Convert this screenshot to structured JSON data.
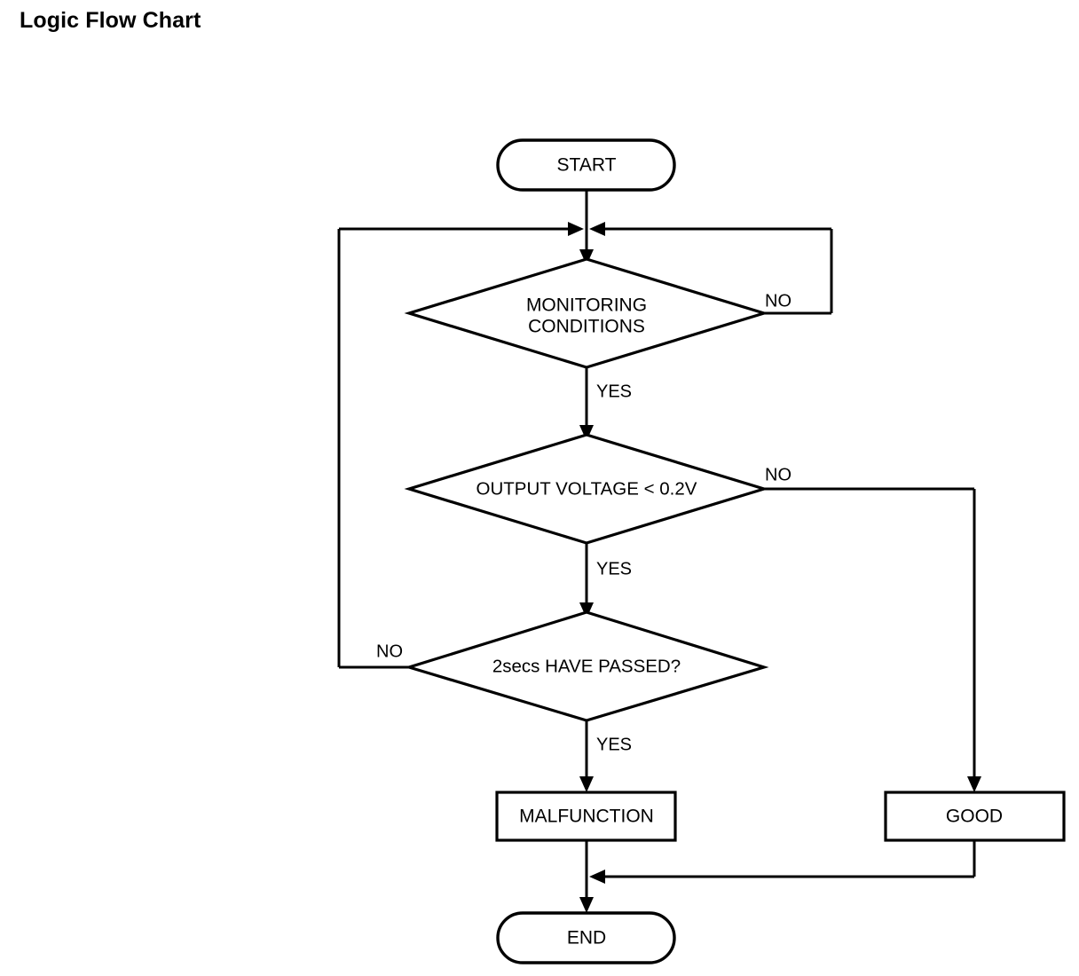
{
  "page": {
    "title": "Logic Flow Chart",
    "background_color": "#ffffff",
    "line_color": "#000000",
    "text_color": "#000000"
  },
  "chart_data": {
    "type": "diagram",
    "diagram_kind": "flowchart",
    "title": "Logic Flow Chart",
    "orientation": "top-to-bottom",
    "nodes": [
      {
        "id": "start",
        "shape": "terminal",
        "text": "START"
      },
      {
        "id": "monitoring",
        "shape": "decision",
        "text_line1": "MONITORING",
        "text_line2": "CONDITIONS"
      },
      {
        "id": "voltage",
        "shape": "decision",
        "text": "OUTPUT VOLTAGE < 0.2V"
      },
      {
        "id": "timer",
        "shape": "decision",
        "text": "2secs HAVE PASSED?"
      },
      {
        "id": "malfunction",
        "shape": "process",
        "text": "MALFUNCTION"
      },
      {
        "id": "good",
        "shape": "process",
        "text": "GOOD"
      },
      {
        "id": "end",
        "shape": "terminal",
        "text": "END"
      }
    ],
    "edges": [
      {
        "from": "start",
        "to": "monitoring",
        "label": ""
      },
      {
        "from": "monitoring",
        "to": "monitoring",
        "label": "NO",
        "route": "right-loop-up"
      },
      {
        "from": "monitoring",
        "to": "voltage",
        "label": "YES",
        "route": "down"
      },
      {
        "from": "voltage",
        "to": "good",
        "label": "NO",
        "route": "right-then-down"
      },
      {
        "from": "voltage",
        "to": "timer",
        "label": "YES",
        "route": "down"
      },
      {
        "from": "timer",
        "to": "monitoring",
        "label": "NO",
        "route": "left-loop-up"
      },
      {
        "from": "timer",
        "to": "malfunction",
        "label": "YES",
        "route": "down"
      },
      {
        "from": "malfunction",
        "to": "end",
        "label": "",
        "route": "down"
      },
      {
        "from": "good",
        "to": "end",
        "label": "",
        "route": "down-then-left"
      }
    ],
    "edge_labels": {
      "monitoring_no": "NO",
      "monitoring_yes": "YES",
      "voltage_no": "NO",
      "voltage_yes": "YES",
      "timer_no": "NO",
      "timer_yes": "YES"
    }
  }
}
